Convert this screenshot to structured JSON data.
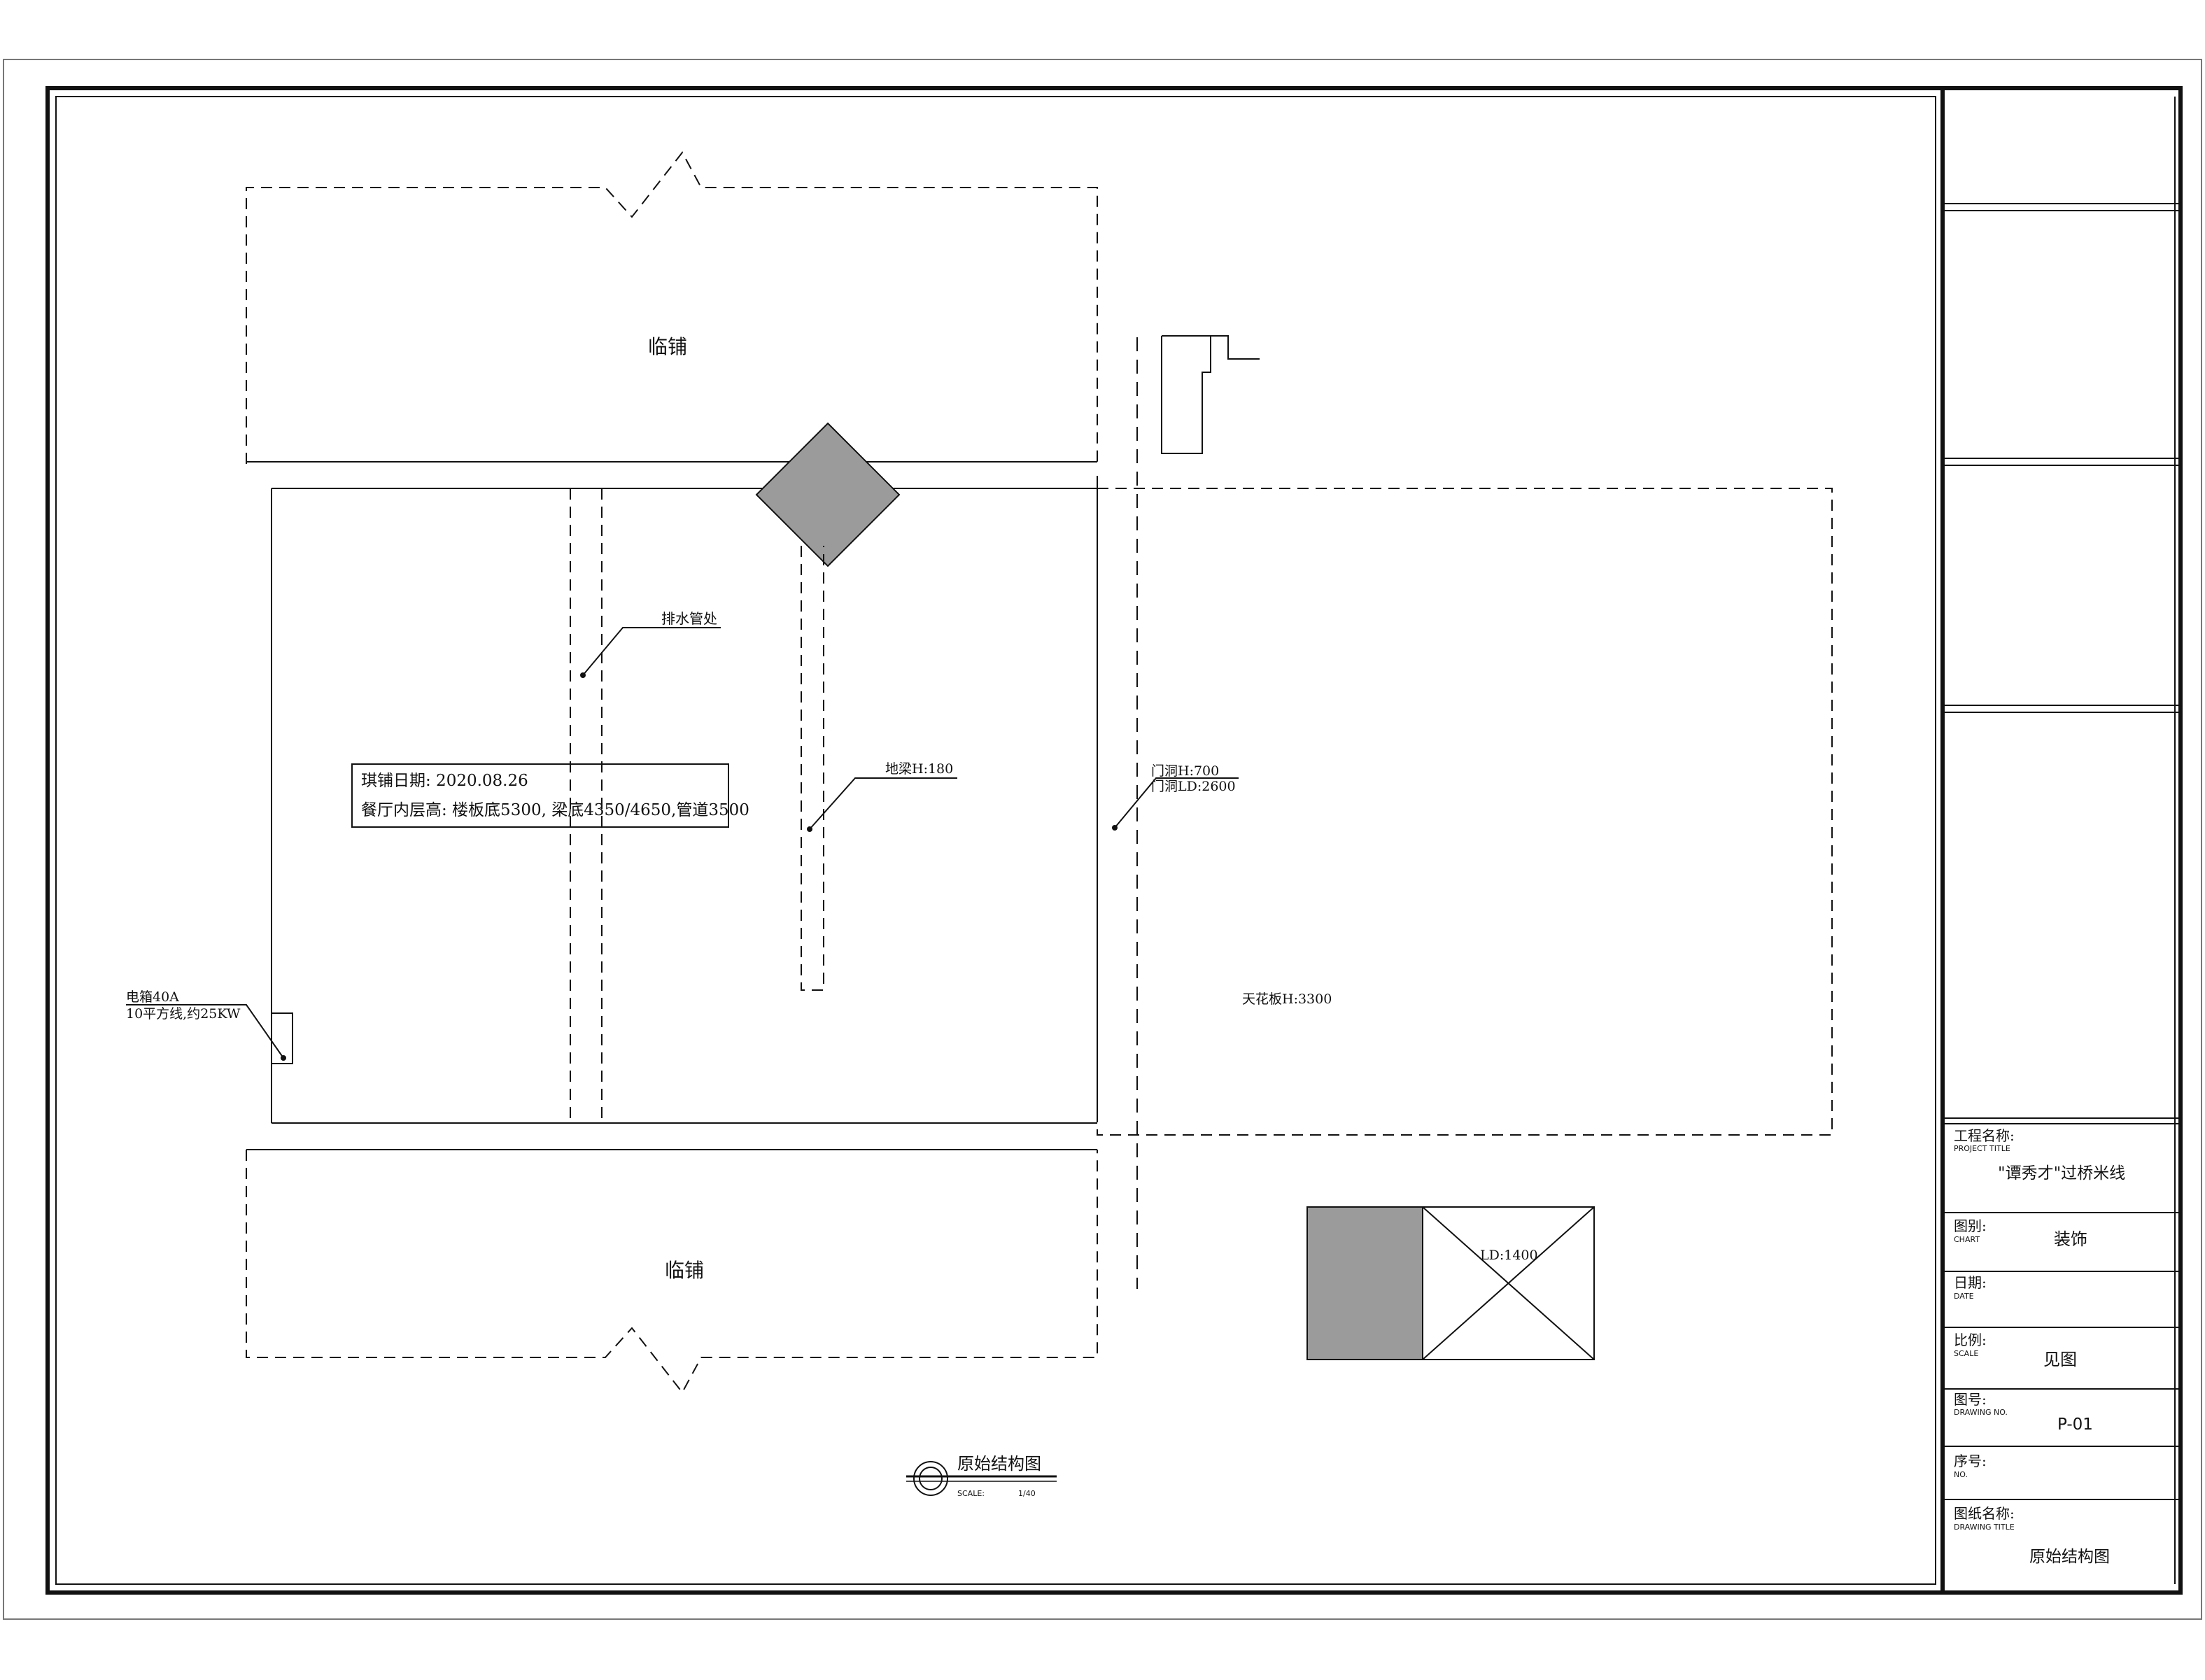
{
  "plan": {
    "label_shop_top": "临铺",
    "label_shop_bottom": "临铺",
    "drain": "排水管处",
    "note_line1": "琪铺日期: 2020.08.26",
    "note_line2": "餐厅内层高: 楼板底5300, 梁底4350/4650,管道3500",
    "ground_beam": "地梁H:180",
    "door_h": "门洞H:700",
    "door_ld": "门洞LD:2600",
    "panel_line1": "电箱40A",
    "panel_line2": "10平方线,约25KW",
    "ceiling": "天花板H:3300",
    "legend_ld": "LD:1400",
    "drawing_title": "原始结构图",
    "scale_label": "SCALE:",
    "scale_value": "1/40"
  },
  "title_block": {
    "project_cn": "工程名称:",
    "project_en": "PROJECT TITLE",
    "project_value": "\"谭秀才\"过桥米线",
    "chart_cn": "图别:",
    "chart_en": "CHART",
    "chart_value": "装饰",
    "date_cn": "日期:",
    "date_en": "DATE",
    "scale_cn": "比例:",
    "scale_en": "SCALE",
    "scale_value": "见图",
    "dwgno_cn": "图号:",
    "dwgno_en": "DRAWING NO.",
    "dwgno_value": "P-01",
    "no_cn": "序号:",
    "no_en": "NO.",
    "dtitle_cn": "图纸名称:",
    "dtitle_en": "DRAWING TITLE",
    "dtitle_value": "原始结构图"
  },
  "colors": {
    "ink": "#111111",
    "fill_gray": "#9b9b9b"
  }
}
